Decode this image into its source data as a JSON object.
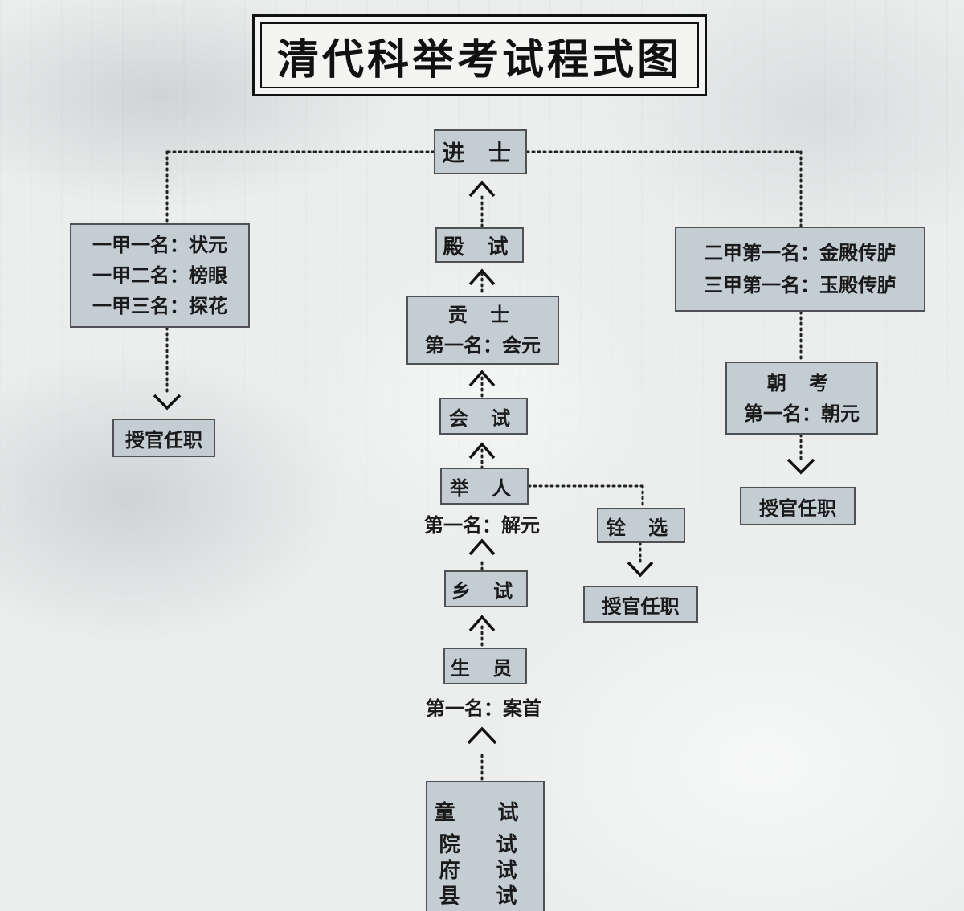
{
  "title": "清代科举考试程式图",
  "nodes": {
    "jinshi": "进 士",
    "dianshi": "殿 试",
    "gongshi": {
      "name": "贡 士",
      "first": "第一名：会元"
    },
    "huishi": "会 试",
    "juren": "举 人",
    "juren_first": "第一名：解元",
    "quanxuan": "铨 选",
    "xiangshi": "乡 试",
    "shengyuan": "生 员",
    "shengyuan_first": "第一名：案首",
    "tongshi": {
      "name": "童 试",
      "stages": [
        "院 试",
        "府 试",
        "县 试"
      ]
    },
    "left_ranks": [
      "一甲一名：状元",
      "一甲二名：榜眼",
      "一甲三名：探花"
    ],
    "right_ranks": [
      "二甲第一名：金殿传胪",
      "三甲第一名：玉殿传胪"
    ],
    "chaokao": {
      "name": "朝 考",
      "first": "第一名：朝元"
    },
    "appoint_left": "授官任职",
    "appoint_right": "授官任职",
    "appoint_middle": "授官任职"
  }
}
